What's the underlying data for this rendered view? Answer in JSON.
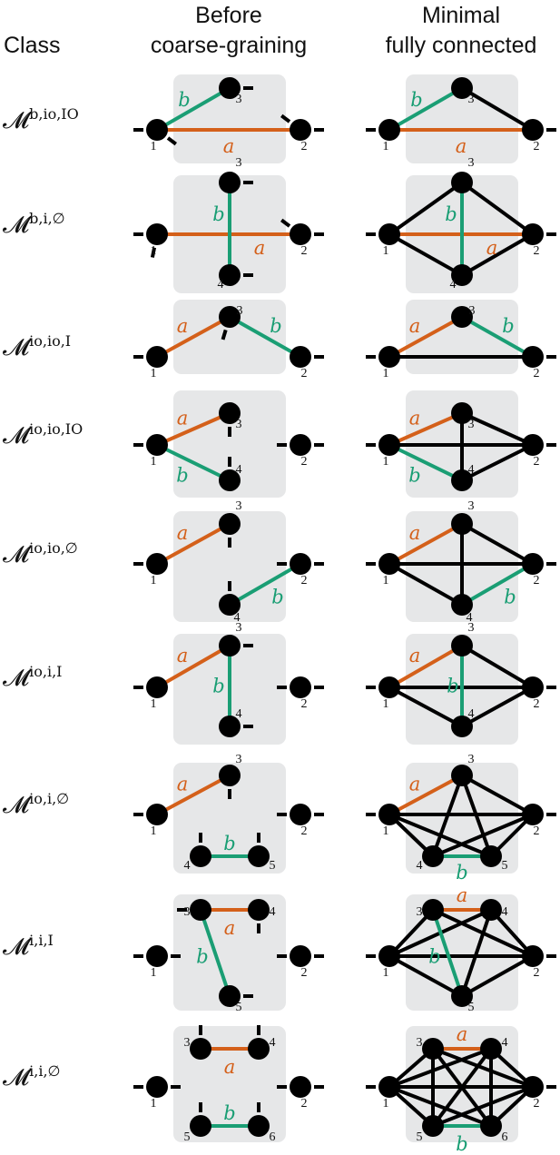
{
  "headers": {
    "class": "Class",
    "before": [
      "Before",
      "coarse-graining"
    ],
    "after": [
      "Minimal",
      "fully connected"
    ]
  },
  "colors": {
    "a": "#d4601a",
    "b": "#1a9e74",
    "panel": "#e6e7e8",
    "node": "#000000"
  },
  "rows": [
    {
      "class": {
        "base": "𝓜",
        "sup": "b,io,IO"
      },
      "before": {
        "nodes": {
          "1": {
            "label": "1"
          },
          "2": {
            "label": "2"
          },
          "3": {
            "label": "3"
          }
        },
        "edges": [
          {
            "from": "1",
            "to": "2",
            "type": "a",
            "label": "a"
          },
          {
            "from": "1",
            "to": "3",
            "type": "b",
            "label": "b"
          }
        ]
      },
      "after": {
        "nodes": {
          "1": {
            "label": "1"
          },
          "2": {
            "label": "2"
          },
          "3": {
            "label": "3"
          }
        },
        "edges": [
          {
            "from": "1",
            "to": "2",
            "type": "a",
            "label": "a"
          },
          {
            "from": "1",
            "to": "3",
            "type": "b",
            "label": "b"
          },
          {
            "from": "3",
            "to": "2",
            "type": "black"
          }
        ]
      }
    },
    {
      "class": {
        "base": "𝓜",
        "sup": "b,i,∅"
      },
      "before": {
        "nodes": {
          "1": {
            "label": "1"
          },
          "2": {
            "label": "2"
          },
          "3": {
            "label": "3"
          },
          "4": {
            "label": "4"
          }
        },
        "edges": [
          {
            "from": "1",
            "to": "2",
            "type": "a",
            "label": "a"
          },
          {
            "from": "3",
            "to": "4",
            "type": "b",
            "label": "b"
          }
        ]
      },
      "after": {
        "nodes": {
          "1": {
            "label": "1"
          },
          "2": {
            "label": "2"
          },
          "3": {
            "label": "3"
          },
          "4": {
            "label": "4"
          }
        },
        "edges": [
          {
            "from": "1",
            "to": "2",
            "type": "a",
            "label": "a"
          },
          {
            "from": "3",
            "to": "4",
            "type": "b",
            "label": "b"
          },
          {
            "from": "1",
            "to": "3",
            "type": "black"
          },
          {
            "from": "3",
            "to": "2",
            "type": "black"
          },
          {
            "from": "1",
            "to": "4",
            "type": "black"
          },
          {
            "from": "4",
            "to": "2",
            "type": "black"
          }
        ]
      }
    },
    {
      "class": {
        "base": "𝓜",
        "sup": "io,io,I"
      },
      "before": {
        "nodes": {
          "1": {
            "label": "1"
          },
          "2": {
            "label": "2"
          },
          "3": {
            "label": "3"
          }
        },
        "edges": [
          {
            "from": "1",
            "to": "3",
            "type": "a",
            "label": "a"
          },
          {
            "from": "3",
            "to": "2",
            "type": "b",
            "label": "b"
          }
        ]
      },
      "after": {
        "nodes": {
          "1": {
            "label": "1"
          },
          "2": {
            "label": "2"
          },
          "3": {
            "label": "3"
          }
        },
        "edges": [
          {
            "from": "1",
            "to": "3",
            "type": "a",
            "label": "a"
          },
          {
            "from": "3",
            "to": "2",
            "type": "b",
            "label": "b"
          },
          {
            "from": "1",
            "to": "2",
            "type": "black"
          }
        ]
      }
    },
    {
      "class": {
        "base": "𝓜",
        "sup": "io,io,IO"
      },
      "before": {
        "nodes": {
          "1": {
            "label": "1"
          },
          "2": {
            "label": "2"
          },
          "3": {
            "label": "3"
          },
          "4": {
            "label": "4"
          }
        },
        "edges": [
          {
            "from": "1",
            "to": "3",
            "type": "a",
            "label": "a"
          },
          {
            "from": "1",
            "to": "4",
            "type": "b",
            "label": "b"
          }
        ]
      },
      "after": {
        "nodes": {
          "1": {
            "label": "1"
          },
          "2": {
            "label": "2"
          },
          "3": {
            "label": "3"
          },
          "4": {
            "label": "4"
          }
        },
        "edges": [
          {
            "from": "1",
            "to": "3",
            "type": "a",
            "label": "a"
          },
          {
            "from": "1",
            "to": "4",
            "type": "b",
            "label": "b"
          },
          {
            "from": "1",
            "to": "2",
            "type": "black"
          },
          {
            "from": "3",
            "to": "4",
            "type": "black"
          },
          {
            "from": "3",
            "to": "2",
            "type": "black"
          },
          {
            "from": "4",
            "to": "2",
            "type": "black"
          }
        ]
      }
    },
    {
      "class": {
        "base": "𝓜",
        "sup": "io,io,∅"
      },
      "before": {
        "nodes": {
          "1": {
            "label": "1"
          },
          "2": {
            "label": "2"
          },
          "3": {
            "label": "3"
          },
          "4": {
            "label": "4"
          }
        },
        "edges": [
          {
            "from": "1",
            "to": "3",
            "type": "a",
            "label": "a"
          },
          {
            "from": "4",
            "to": "2",
            "type": "b",
            "label": "b"
          }
        ]
      },
      "after": {
        "nodes": {
          "1": {
            "label": "1"
          },
          "2": {
            "label": "2"
          },
          "3": {
            "label": "3"
          },
          "4": {
            "label": "4"
          }
        },
        "edges": [
          {
            "from": "1",
            "to": "3",
            "type": "a",
            "label": "a"
          },
          {
            "from": "4",
            "to": "2",
            "type": "b",
            "label": "b"
          },
          {
            "from": "1",
            "to": "2",
            "type": "black"
          },
          {
            "from": "3",
            "to": "4",
            "type": "black"
          },
          {
            "from": "3",
            "to": "2",
            "type": "black"
          },
          {
            "from": "1",
            "to": "4",
            "type": "black"
          }
        ]
      }
    },
    {
      "class": {
        "base": "𝓜",
        "sup": "io,i,I"
      },
      "before": {
        "nodes": {
          "1": {
            "label": "1"
          },
          "2": {
            "label": "2"
          },
          "3": {
            "label": "3"
          },
          "4": {
            "label": "4"
          }
        },
        "edges": [
          {
            "from": "1",
            "to": "3",
            "type": "a",
            "label": "a"
          },
          {
            "from": "3",
            "to": "4",
            "type": "b",
            "label": "b"
          }
        ]
      },
      "after": {
        "nodes": {
          "1": {
            "label": "1"
          },
          "2": {
            "label": "2"
          },
          "3": {
            "label": "3"
          },
          "4": {
            "label": "4"
          }
        },
        "edges": [
          {
            "from": "1",
            "to": "3",
            "type": "a",
            "label": "a"
          },
          {
            "from": "3",
            "to": "4",
            "type": "b",
            "label": "b"
          },
          {
            "from": "1",
            "to": "2",
            "type": "black"
          },
          {
            "from": "1",
            "to": "4",
            "type": "black"
          },
          {
            "from": "3",
            "to": "2",
            "type": "black"
          },
          {
            "from": "4",
            "to": "2",
            "type": "black"
          }
        ]
      }
    },
    {
      "class": {
        "base": "𝓜",
        "sup": "io,i,∅"
      },
      "before": {
        "nodes": {
          "1": {
            "label": "1"
          },
          "2": {
            "label": "2"
          },
          "3": {
            "label": "3"
          },
          "4": {
            "label": "4"
          },
          "5": {
            "label": "5"
          }
        },
        "edges": [
          {
            "from": "1",
            "to": "3",
            "type": "a",
            "label": "a"
          },
          {
            "from": "4",
            "to": "5",
            "type": "b",
            "label": "b"
          }
        ]
      },
      "after": {
        "nodes": {
          "1": {
            "label": "1"
          },
          "2": {
            "label": "2"
          },
          "3": {
            "label": "3"
          },
          "4": {
            "label": "4"
          },
          "5": {
            "label": "5"
          }
        },
        "edges": [
          {
            "from": "1",
            "to": "3",
            "type": "a",
            "label": "a"
          },
          {
            "from": "4",
            "to": "5",
            "type": "b",
            "label": "b"
          },
          {
            "from": "1",
            "to": "2",
            "type": "black"
          },
          {
            "from": "1",
            "to": "4",
            "type": "black"
          },
          {
            "from": "1",
            "to": "5",
            "type": "black"
          },
          {
            "from": "3",
            "to": "4",
            "type": "black"
          },
          {
            "from": "3",
            "to": "5",
            "type": "black"
          },
          {
            "from": "3",
            "to": "2",
            "type": "black"
          },
          {
            "from": "4",
            "to": "2",
            "type": "black"
          },
          {
            "from": "5",
            "to": "2",
            "type": "black"
          }
        ]
      }
    },
    {
      "class": {
        "base": "𝓜",
        "sup": "i,i,I"
      },
      "before": {
        "nodes": {
          "1": {
            "label": "1"
          },
          "2": {
            "label": "2"
          },
          "3": {
            "label": "3"
          },
          "4": {
            "label": "4"
          },
          "5": {
            "label": "5"
          }
        },
        "edges": [
          {
            "from": "3",
            "to": "4",
            "type": "a",
            "label": "a"
          },
          {
            "from": "3",
            "to": "5",
            "type": "b",
            "label": "b"
          }
        ]
      },
      "after": {
        "nodes": {
          "1": {
            "label": "1"
          },
          "2": {
            "label": "2"
          },
          "3": {
            "label": "3"
          },
          "4": {
            "label": "4"
          },
          "5": {
            "label": "5"
          }
        },
        "edges": [
          {
            "from": "3",
            "to": "4",
            "type": "a",
            "label": "a"
          },
          {
            "from": "3",
            "to": "5",
            "type": "b",
            "label": "b"
          },
          {
            "from": "1",
            "to": "2",
            "type": "black"
          },
          {
            "from": "1",
            "to": "3",
            "type": "black"
          },
          {
            "from": "1",
            "to": "4",
            "type": "black"
          },
          {
            "from": "1",
            "to": "5",
            "type": "black"
          },
          {
            "from": "3",
            "to": "2",
            "type": "black"
          },
          {
            "from": "4",
            "to": "2",
            "type": "black"
          },
          {
            "from": "5",
            "to": "2",
            "type": "black"
          },
          {
            "from": "4",
            "to": "5",
            "type": "black"
          }
        ]
      }
    },
    {
      "class": {
        "base": "𝓜",
        "sup": "i,i,∅"
      },
      "before": {
        "nodes": {
          "1": {
            "label": "1"
          },
          "2": {
            "label": "2"
          },
          "3": {
            "label": "3"
          },
          "4": {
            "label": "4"
          },
          "5": {
            "label": "5"
          },
          "6": {
            "label": "6"
          }
        },
        "edges": [
          {
            "from": "3",
            "to": "4",
            "type": "a",
            "label": "a"
          },
          {
            "from": "5",
            "to": "6",
            "type": "b",
            "label": "b"
          }
        ]
      },
      "after": {
        "nodes": {
          "1": {
            "label": "1"
          },
          "2": {
            "label": "2"
          },
          "3": {
            "label": "3"
          },
          "4": {
            "label": "4"
          },
          "5": {
            "label": "5"
          },
          "6": {
            "label": "6"
          }
        },
        "edges": [
          {
            "from": "3",
            "to": "4",
            "type": "a",
            "label": "a"
          },
          {
            "from": "5",
            "to": "6",
            "type": "b",
            "label": "b"
          },
          {
            "from": "1",
            "to": "2",
            "type": "black"
          },
          {
            "from": "1",
            "to": "3",
            "type": "black"
          },
          {
            "from": "1",
            "to": "4",
            "type": "black"
          },
          {
            "from": "1",
            "to": "5",
            "type": "black"
          },
          {
            "from": "1",
            "to": "6",
            "type": "black"
          },
          {
            "from": "3",
            "to": "2",
            "type": "black"
          },
          {
            "from": "4",
            "to": "2",
            "type": "black"
          },
          {
            "from": "5",
            "to": "2",
            "type": "black"
          },
          {
            "from": "6",
            "to": "2",
            "type": "black"
          },
          {
            "from": "3",
            "to": "5",
            "type": "black"
          },
          {
            "from": "3",
            "to": "6",
            "type": "black"
          },
          {
            "from": "4",
            "to": "5",
            "type": "black"
          },
          {
            "from": "4",
            "to": "6",
            "type": "black"
          }
        ]
      }
    }
  ]
}
